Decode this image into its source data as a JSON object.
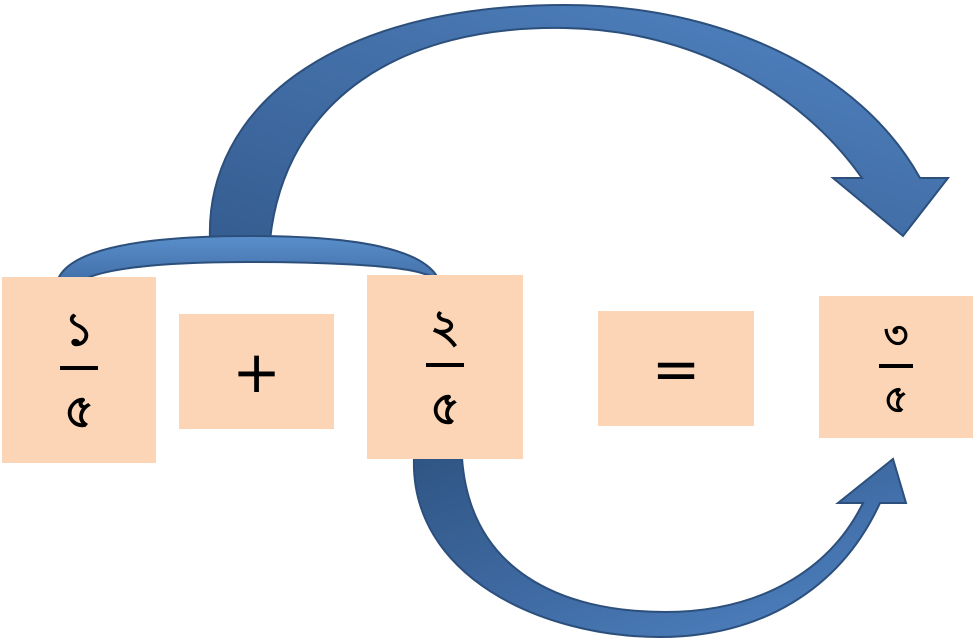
{
  "colors": {
    "box_fill": "#fbd5b5",
    "arrow_fill": "#4f81bd",
    "arrow_dark": "#2c4f7c"
  },
  "equation": {
    "fraction1": {
      "numerator": "১",
      "denominator": "৫"
    },
    "plus": "+",
    "fraction2": {
      "numerator": "২",
      "denominator": "৫"
    },
    "equals": "=",
    "result": {
      "numerator": "৩",
      "denominator": "৫"
    }
  },
  "icons": [
    "curved-arrow-top",
    "curved-arrow-bottom",
    "connector-bracket"
  ]
}
